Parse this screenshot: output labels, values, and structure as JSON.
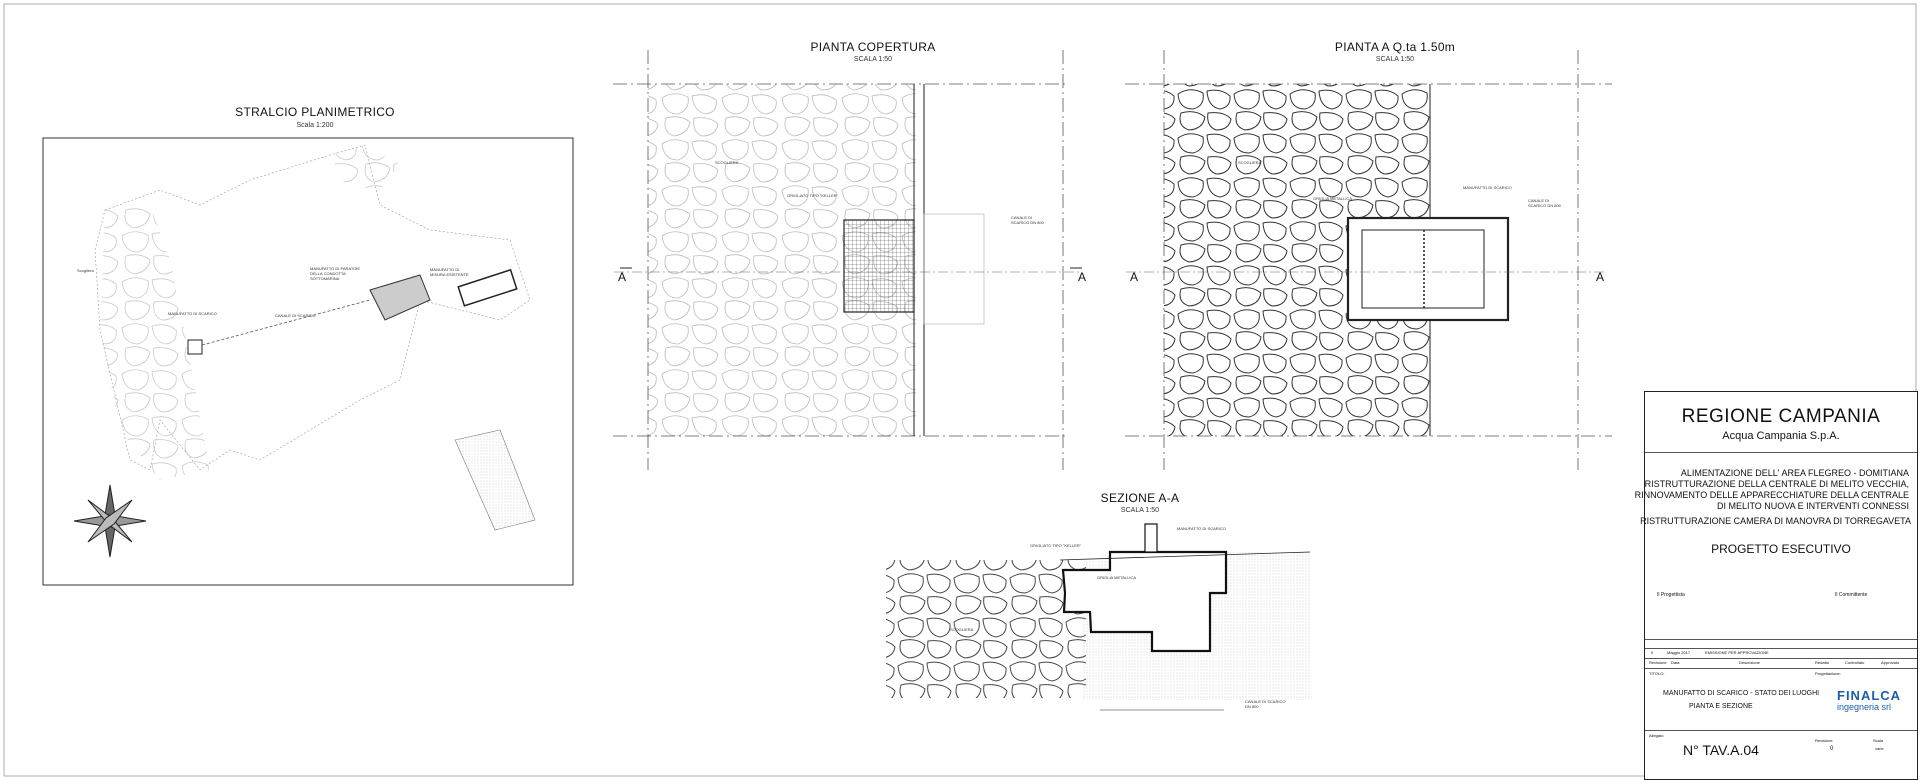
{
  "sheet": {
    "stralcio": {
      "title": "STRALCIO PLANIMETRICO",
      "scale": "Scala 1:200",
      "labels": {
        "scarico": "MANUFATTO DI SCARICO",
        "paratoie": "MANUFATTO DI PARATOIE DELLA CONDOTTA SOTTOMARINA",
        "misura": "MANUFATTO DI MISURA ESISTENTE",
        "canale": "CANALE DI SCARICO",
        "scogliera": "Scogliera"
      }
    },
    "pianta_copertura": {
      "title": "PIANTA COPERTURA",
      "scale": "SCALA 1:50",
      "labels": {
        "scogliera": "SCOGLIERA",
        "grigliato": "GRIGLIATO TIPO \"KELLER\"",
        "canale": "CANALE DI SCARICO DN 800",
        "section": "A"
      }
    },
    "pianta_quota": {
      "title": "PIANTA A Q.ta 1.50m",
      "scale": "SCALA 1:50",
      "labels": {
        "scogliera": "SCOGLIERA",
        "griglia": "GRIGLIA METALLICA",
        "manufatto": "MANUFATTO DI SCARICO",
        "canale": "CANALE DI SCARICO DN 800",
        "section": "A"
      }
    },
    "sezione": {
      "title": "SEZIONE A-A",
      "scale": "SCALA 1:50",
      "labels": {
        "grigliato": "GRIGLIATO TIPO \"KELLER\"",
        "manufatto": "MANUFATTO DI SCARICO",
        "griglia": "GRIGLIA METALLICA",
        "scogliera": "SCOGLIERA",
        "canale": "CANALE DI SCARICO DN 800"
      }
    }
  },
  "cartiglio": {
    "ente": "REGIONE CAMPANIA",
    "societa": "Acqua Campania S.p.A.",
    "intervento": [
      "ALIMENTAZIONE DELL' AREA FLEGREO - DOMITIANA",
      "RISTRUTTURAZIONE DELLA CENTRALE DI MELITO VECCHIA,",
      "RINNOVAMENTO DELLE APPARECCHIATURE DELLA CENTRALE",
      "DI MELITO NUOVA E INTERVENTI CONNESSI"
    ],
    "sottotitolo": "RISTRUTTURAZIONE CAMERA DI MANOVRA DI TORREGAVETA",
    "fase": "PROGETTO ESECUTIVO",
    "progettista": "Il Progettista",
    "committente": "Il Committente",
    "revisione": {
      "num": "0",
      "data": "Maggio 2017",
      "descrizione": "EMISSIONE PER APPROVAZIONE"
    },
    "rev_headers": [
      "Revisione",
      "Data",
      "Descrizione",
      "Redatto",
      "Controllato",
      "Approvato"
    ],
    "titolo_label": "TITOLO:",
    "titolo": [
      "MANUFATTO DI SCARICO - STATO DEI LUOGHI",
      "PIANTA E SEZIONE"
    ],
    "progettazione": "Progettazione:",
    "logo": "FINALCA ingegneria srl",
    "allegato_label": "Allegato",
    "tavola": "N° TAV.A.04",
    "revisione_label": "Revisione",
    "revisione_num": "0",
    "scala_label": "Scala",
    "scala": "varie"
  }
}
